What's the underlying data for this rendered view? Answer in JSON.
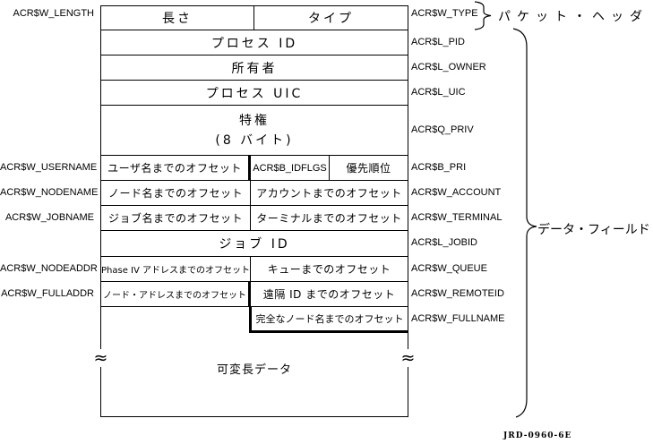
{
  "cells": {
    "length": "長さ",
    "type": "タイプ",
    "process_id": "プロセス ID",
    "owner": "所有者",
    "process_uic": "プロセス UIC",
    "priv_line1": "特権",
    "priv_line2": "(8 バイト)",
    "username_offset": "ユーザ名までのオフセット",
    "idflgs": "ACR$B_IDFLGS",
    "priority": "優先順位",
    "nodename_offset": "ノード名までのオフセット",
    "account_offset": "アカウントまでのオフセット",
    "jobname_offset": "ジョブ名までのオフセット",
    "terminal_offset": "ターミナルまでのオフセット",
    "job_id": "ジョブ ID",
    "phase4_offset": "Phase IV アドレスまでのオフセット",
    "queue_offset": "キューまでのオフセット",
    "nodeaddr_offset": "ノード・アドレスまでのオフセット",
    "remoteid_offset": "遠隔 ID までのオフセット",
    "fullname_offset": "完全なノード名までのオフセット",
    "variable_data": "可変長データ"
  },
  "left_labels": {
    "length": "ACR$W_LENGTH",
    "username": "ACR$W_USERNAME",
    "nodename": "ACR$W_NODENAME",
    "jobname": "ACR$W_JOBNAME",
    "nodeaddr": "ACR$W_NODEADDR",
    "fulladdr": "ACR$W_FULLADDR"
  },
  "right_labels": {
    "type": "ACR$W_TYPE",
    "pid": "ACR$L_PID",
    "owner": "ACR$L_OWNER",
    "uic": "ACR$L_UIC",
    "priv": "ACR$Q_PRIV",
    "pri": "ACR$B_PRI",
    "account": "ACR$W_ACCOUNT",
    "terminal": "ACR$W_TERMINAL",
    "jobid": "ACR$L_JOBID",
    "queue": "ACR$W_QUEUE",
    "remoteid": "ACR$W_REMOTEID",
    "fullname": "ACR$W_FULLNAME"
  },
  "annotations": {
    "packet_header": "パケット・ヘッダ",
    "data_fields": "データ・フィールド",
    "break_mark": "≈",
    "figure_number": "JRD-0960-6E"
  },
  "colors": {
    "line": "#000000",
    "background": "#ffffff",
    "text": "#000000"
  }
}
